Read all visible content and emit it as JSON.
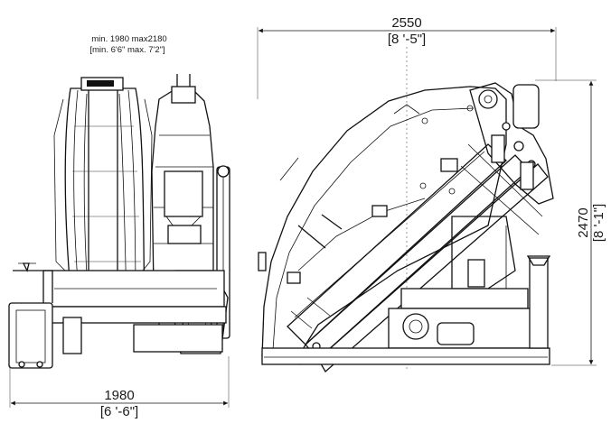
{
  "front_view": {
    "width_note_line1": "min. 1980 max2180",
    "width_note_line2": "[min. 6'6\" max. 7'2\"]",
    "width_mm": "1980",
    "width_ftin": "[6 '-6\"]"
  },
  "side_view": {
    "length_mm": "2550",
    "length_ftin": "[8 '-5\"]",
    "height_mm": "2470",
    "height_ftin": "[8 '-1\"]"
  }
}
